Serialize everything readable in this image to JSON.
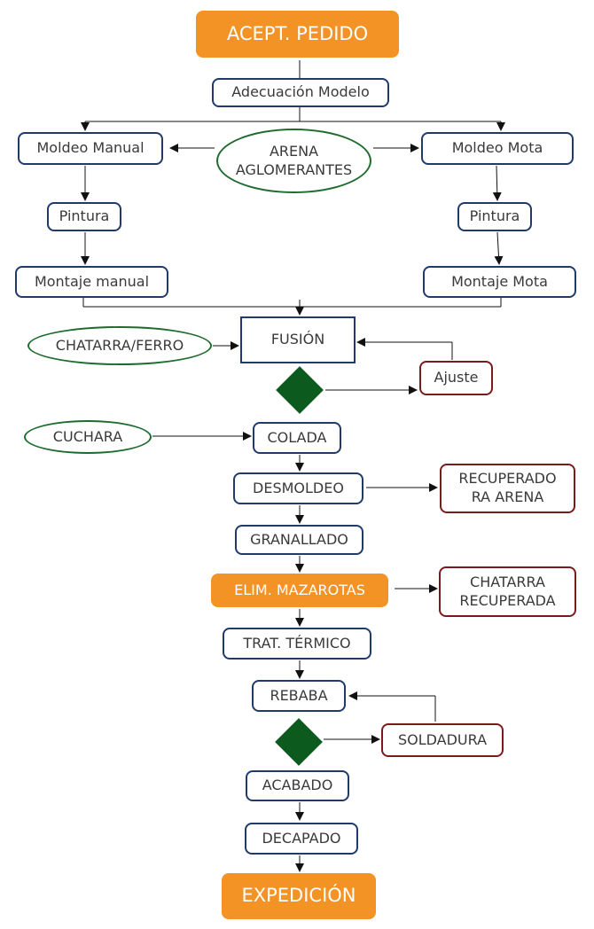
{
  "nodes": {
    "acept_pedido": "ACEPT. PEDIDO",
    "adecuacion_modelo": "Adecuación Modelo",
    "moldeo_manual": "Moldeo Manual",
    "arena_aglomerantes_1": "ARENA",
    "arena_aglomerantes_2": "AGLOMERANTES",
    "moldeo_mota": "Moldeo Mota",
    "pintura_izq": "Pintura",
    "pintura_der": "Pintura",
    "montaje_manual": "Montaje manual",
    "montaje_mota": "Montaje Mota",
    "chatarra_ferro": "CHATARRA/FERRO",
    "fusion": "FUSIÓN",
    "ajuste": "Ajuste",
    "cuchara": "CUCHARA",
    "colada": "COLADA",
    "desmoldeo": "DESMOLDEO",
    "recuperado_arena_1": "RECUPERADO",
    "recuperado_arena_2": "RA ARENA",
    "granallado": "GRANALLADO",
    "elim_mazarotas": "ELIM. MAZAROTAS",
    "chatarra_recuperada_1": "CHATARRA",
    "chatarra_recuperada_2": "RECUPERADA",
    "trat_termico": "TRAT. TÉRMICO",
    "rebaba": "REBABA",
    "soldadura": "SOLDADURA",
    "acabado": "ACABADO",
    "decapado": "DECAPADO",
    "expedicion": "EXPEDICIÓN"
  },
  "colors": {
    "blue_border": "#1f3a6b",
    "red_border": "#7a1b1b",
    "green_border": "#1e6b2e",
    "orange_fill": "#f39325",
    "diamond_fill": "#0d5a1f"
  }
}
